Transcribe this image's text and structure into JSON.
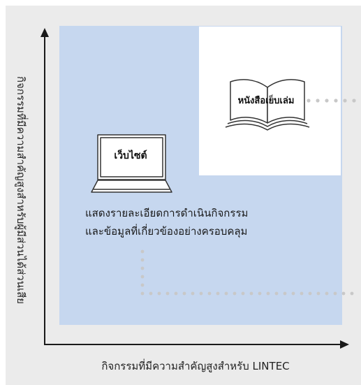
{
  "diagram": {
    "x_axis_label": "กิจกรรมที่มีความสำคัญสูงสำหรับ LINTEC",
    "y_axis_label": "กิจกรรมที่มีความสำคัญสูงสำหรับผู้มีส่วนได้ส่วนเสีย",
    "book_label": "หนังสือเย็บเล่ม",
    "web_label": "เว็บไซต์",
    "description_lines": [
      "แสดงรายละเอียดการดำเนินกิจกรรม",
      "และข้อมูลที่เกี่ยวข้องอย่างครอบคลุม"
    ],
    "icons": [
      "book-icon",
      "laptop-icon"
    ],
    "colors": {
      "background": "#ebebeb",
      "website_area": "#c6d7ef",
      "book_area": "#ffffff",
      "dotted_lines": "#c8c8c8",
      "axes": "#1a1a1a"
    }
  }
}
